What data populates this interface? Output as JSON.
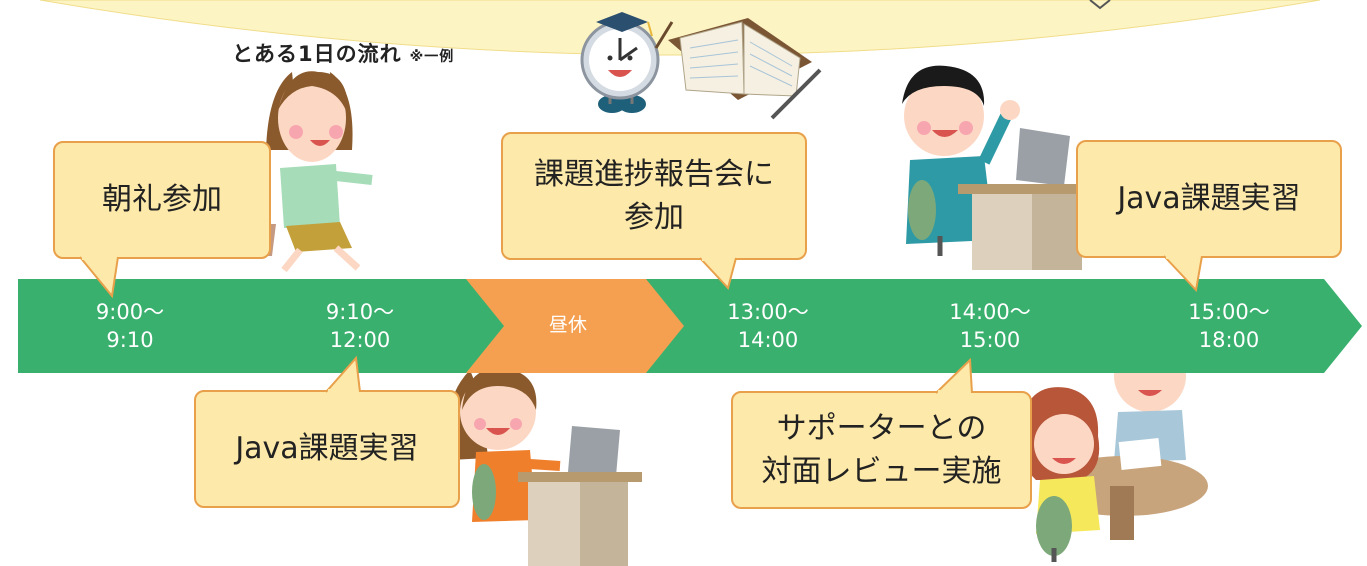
{
  "title": "とある1日の流れ",
  "title_note": "※一例",
  "timeline": [
    {
      "label": "9:00〜\n9:10",
      "color": "#3ab06e"
    },
    {
      "label": "9:10〜\n12:00",
      "color": "#3ab06e"
    },
    {
      "label": "昼休",
      "color": "#f5a050"
    },
    {
      "label": "13:00〜\n14:00",
      "color": "#3ab06e"
    },
    {
      "label": "14:00〜\n15:00",
      "color": "#3ab06e"
    },
    {
      "label": "15:00〜\n18:00",
      "color": "#3ab06e"
    }
  ],
  "bubbles": {
    "morning": "朝礼参加",
    "progress": "課題進捗報告会に\n参加",
    "java_afternoon": "Java課題実習",
    "java_morning": "Java課題実習",
    "review": "サポーターとの\n対面レビュー実施"
  },
  "colors": {
    "green": "#3ab06e",
    "orange": "#f5a050",
    "bubble_fill": "#fde9a9",
    "bubble_border": "#e9a04a",
    "banner": "#fdf4c4"
  }
}
